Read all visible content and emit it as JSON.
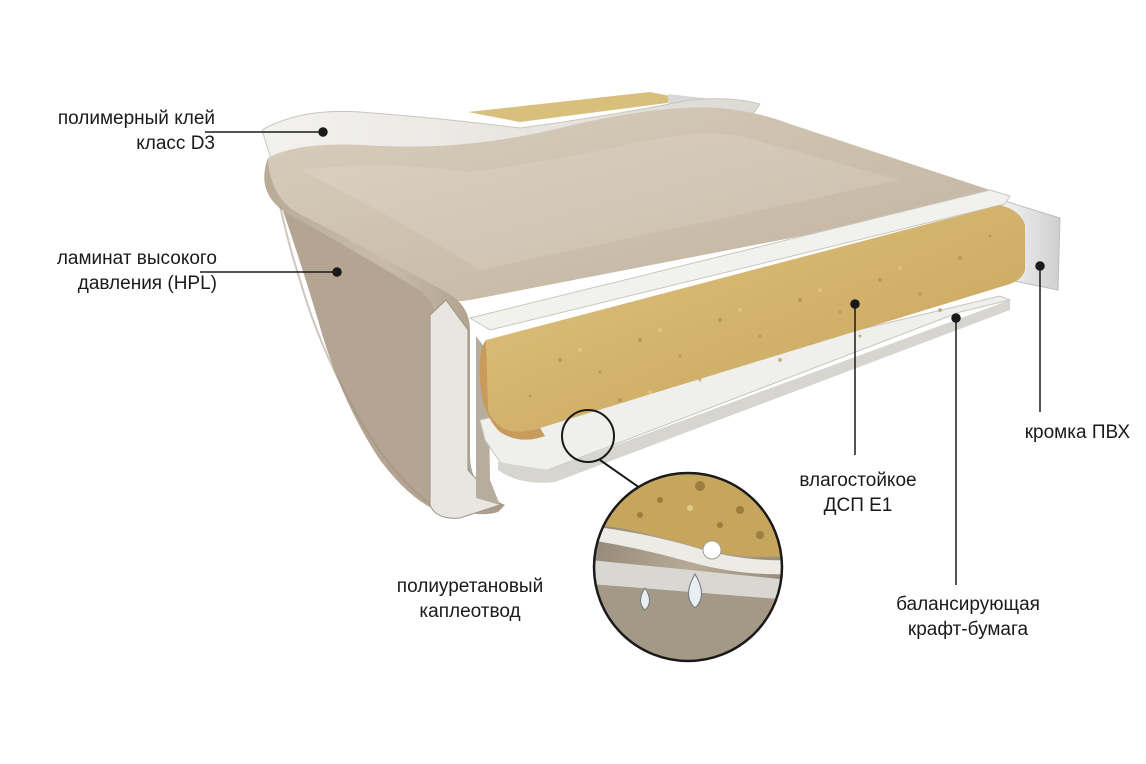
{
  "labels": {
    "glue": {
      "line1": "полимерный клей",
      "line2": "класс D3"
    },
    "hpl": {
      "line1": "ламинат высокого",
      "line2": "давления (HPL)"
    },
    "drip": {
      "line1": "полиуретановый",
      "line2": "каплеотвод"
    },
    "chipboard": {
      "line1": "влагостойкое",
      "line2": "ДСП Е1"
    },
    "kraft": {
      "line1": "балансирующая",
      "line2": "крафт-бумага"
    },
    "edge": {
      "line1": "кромка ПВХ"
    }
  },
  "colors": {
    "laminate": "#cbbfae",
    "laminate_shadow": "#a89b88",
    "chipboard": "#d6b973",
    "chipboard_edge": "#c79f62",
    "glue_layer": "#ecebe6",
    "pvc_edge": "#e9e9e9",
    "leader_line": "#1a1a1a"
  }
}
